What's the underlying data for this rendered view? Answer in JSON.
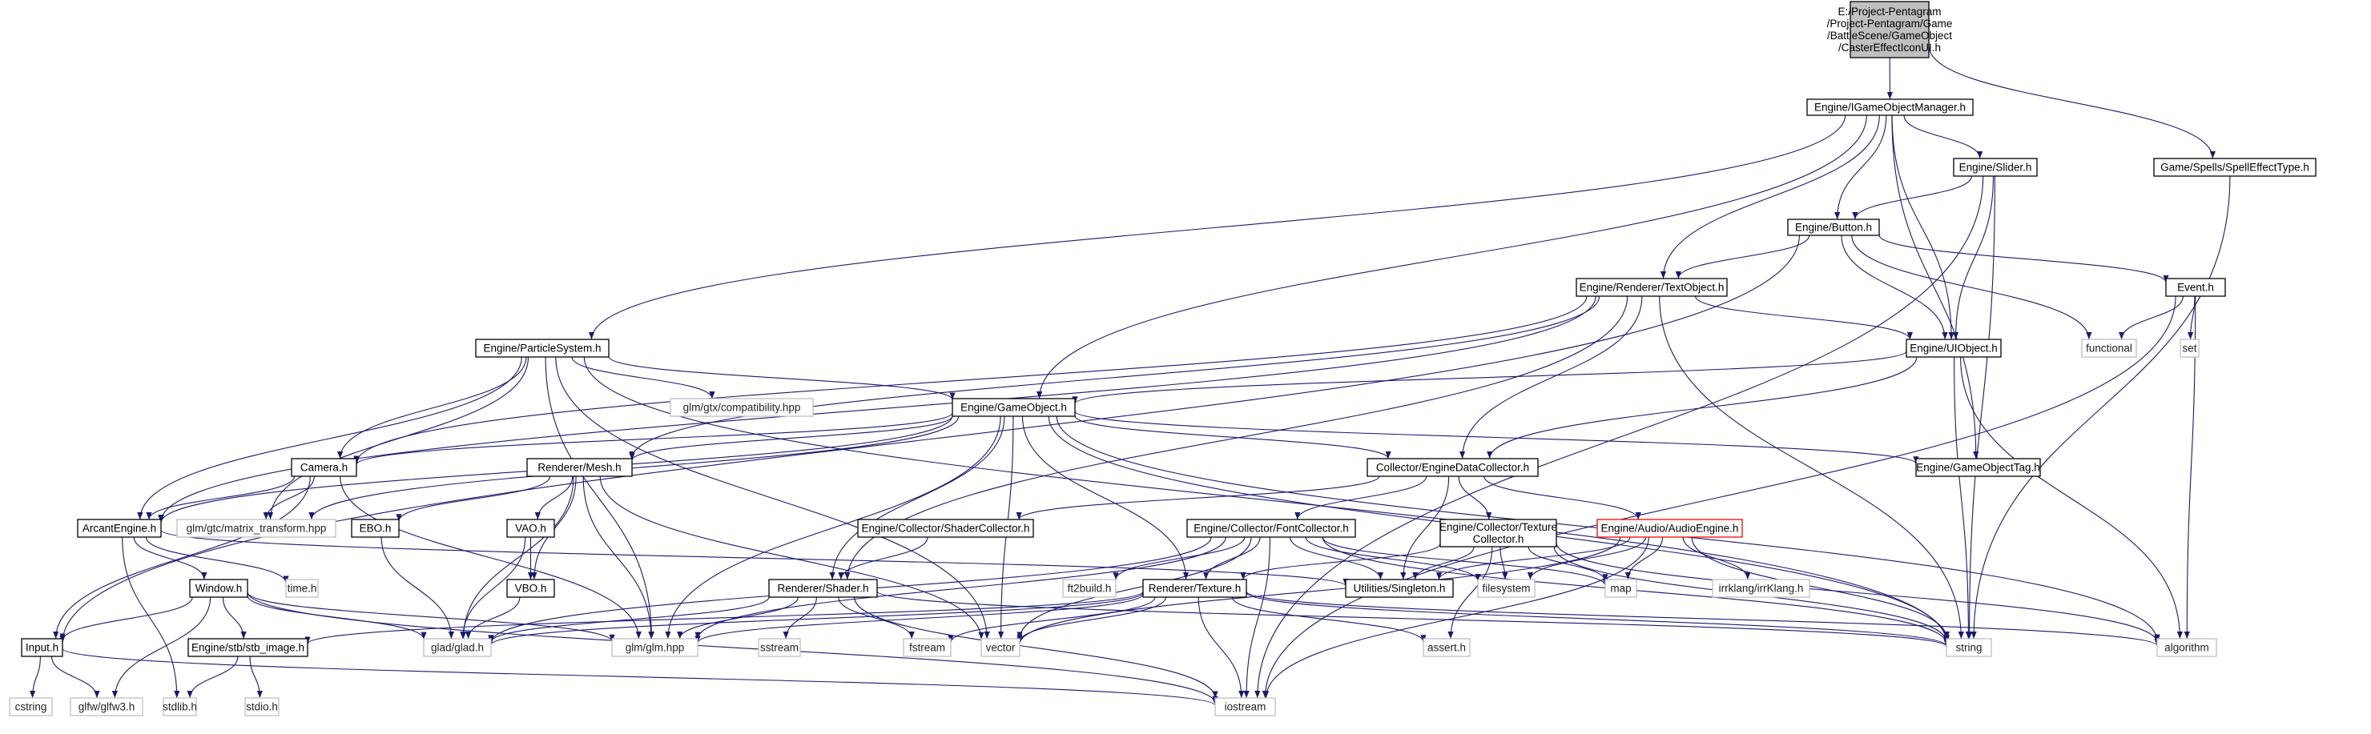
{
  "colors": {
    "edge": "#191970",
    "root_fill": "#bfbfbf",
    "node_border": "#000000",
    "external_border": "#bfbfbf",
    "error_border": "#ff0000"
  },
  "nodes": [
    {
      "id": "root",
      "kind": "root",
      "lines": [
        "E:/Project-Pentagram",
        "/Project-Pentagram/Game",
        "/BattleScene/GameObject",
        "/CasterEffectIconUI.h"
      ]
    },
    {
      "id": "gom",
      "kind": "normal",
      "lines": [
        "Engine/IGameObjectManager.h"
      ]
    },
    {
      "id": "spelleffect",
      "kind": "normal",
      "lines": [
        "Game/Spells/SpellEffectType.h"
      ]
    },
    {
      "id": "slider",
      "kind": "normal",
      "lines": [
        "Engine/Slider.h"
      ]
    },
    {
      "id": "button",
      "kind": "normal",
      "lines": [
        "Engine/Button.h"
      ]
    },
    {
      "id": "textobject",
      "kind": "normal",
      "lines": [
        "Engine/Renderer/TextObject.h"
      ]
    },
    {
      "id": "event",
      "kind": "normal",
      "lines": [
        "Event.h"
      ]
    },
    {
      "id": "particle",
      "kind": "normal",
      "lines": [
        "Engine/ParticleSystem.h"
      ]
    },
    {
      "id": "uiobject",
      "kind": "normal",
      "lines": [
        "Engine/UIObject.h"
      ]
    },
    {
      "id": "functional",
      "kind": "external",
      "lines": [
        "functional"
      ]
    },
    {
      "id": "set",
      "kind": "external",
      "lines": [
        "set"
      ]
    },
    {
      "id": "gtxcompat",
      "kind": "external",
      "lines": [
        "glm/gtx/compatibility.hpp"
      ]
    },
    {
      "id": "gameobject",
      "kind": "normal",
      "lines": [
        "Engine/GameObject.h"
      ]
    },
    {
      "id": "camera",
      "kind": "normal",
      "lines": [
        "Camera.h"
      ]
    },
    {
      "id": "mesh",
      "kind": "normal",
      "lines": [
        "Renderer/Mesh.h"
      ]
    },
    {
      "id": "edc",
      "kind": "normal",
      "lines": [
        "Collector/EngineDataCollector.h"
      ]
    },
    {
      "id": "gotag",
      "kind": "normal",
      "lines": [
        "Engine/GameObjectTag.h"
      ]
    },
    {
      "id": "matrix",
      "kind": "external",
      "lines": [
        "glm/gtc/matrix_transform.hpp"
      ]
    },
    {
      "id": "ebo",
      "kind": "normal",
      "lines": [
        "EBO.h"
      ]
    },
    {
      "id": "vao",
      "kind": "normal",
      "lines": [
        "VAO.h"
      ]
    },
    {
      "id": "shadercol",
      "kind": "normal",
      "lines": [
        "Engine/Collector/ShaderCollector.h"
      ]
    },
    {
      "id": "fontcol",
      "kind": "normal",
      "lines": [
        "Engine/Collector/FontCollector.h"
      ]
    },
    {
      "id": "texcol",
      "kind": "normal",
      "lines": [
        "Engine/Collector/Texture",
        "Collector.h"
      ]
    },
    {
      "id": "audio",
      "kind": "error",
      "lines": [
        "Engine/Audio/AudioEngine.h"
      ]
    },
    {
      "id": "arcant",
      "kind": "normal",
      "lines": [
        "ArcantEngine.h"
      ]
    },
    {
      "id": "vbo",
      "kind": "normal",
      "lines": [
        "VBO.h"
      ]
    },
    {
      "id": "timeh",
      "kind": "external",
      "lines": [
        "time.h"
      ]
    },
    {
      "id": "ft2build",
      "kind": "external",
      "lines": [
        "ft2build.h"
      ]
    },
    {
      "id": "texture",
      "kind": "normal",
      "lines": [
        "Renderer/Texture.h"
      ]
    },
    {
      "id": "singleton",
      "kind": "normal",
      "lines": [
        "Utilities/Singleton.h"
      ]
    },
    {
      "id": "filesystem",
      "kind": "external",
      "lines": [
        "filesystem"
      ]
    },
    {
      "id": "map",
      "kind": "external",
      "lines": [
        "map"
      ]
    },
    {
      "id": "irrklang",
      "kind": "external",
      "lines": [
        "irrklang/irrKlang.h"
      ]
    },
    {
      "id": "window",
      "kind": "normal",
      "lines": [
        "Window.h"
      ]
    },
    {
      "id": "shader",
      "kind": "normal",
      "lines": [
        "Renderer/Shader.h"
      ]
    },
    {
      "id": "input",
      "kind": "normal",
      "lines": [
        "Input.h"
      ]
    },
    {
      "id": "stbimage",
      "kind": "normal",
      "lines": [
        "Engine/stb/stb_image.h"
      ]
    },
    {
      "id": "glad",
      "kind": "external",
      "lines": [
        "glad/glad.h"
      ]
    },
    {
      "id": "glm",
      "kind": "external",
      "lines": [
        "glm/glm.hpp"
      ]
    },
    {
      "id": "sstream",
      "kind": "external",
      "lines": [
        "sstream"
      ]
    },
    {
      "id": "fstream",
      "kind": "external",
      "lines": [
        "fstream"
      ]
    },
    {
      "id": "vector",
      "kind": "external",
      "lines": [
        "vector"
      ]
    },
    {
      "id": "asserth",
      "kind": "external",
      "lines": [
        "assert.h"
      ]
    },
    {
      "id": "string",
      "kind": "external",
      "lines": [
        "string"
      ]
    },
    {
      "id": "algorithm",
      "kind": "external",
      "lines": [
        "algorithm"
      ]
    },
    {
      "id": "cstring",
      "kind": "external",
      "lines": [
        "cstring"
      ]
    },
    {
      "id": "glfw",
      "kind": "external",
      "lines": [
        "glfw/glfw3.h"
      ]
    },
    {
      "id": "stdlib",
      "kind": "external",
      "lines": [
        "stdlib.h"
      ]
    },
    {
      "id": "stdio",
      "kind": "external",
      "lines": [
        "stdio.h"
      ]
    },
    {
      "id": "iostream",
      "kind": "external",
      "lines": [
        "iostream"
      ]
    }
  ],
  "edges": [
    [
      "root",
      "gom"
    ],
    [
      "root",
      "spelleffect"
    ],
    [
      "gom",
      "slider"
    ],
    [
      "gom",
      "button"
    ],
    [
      "gom",
      "textobject"
    ],
    [
      "gom",
      "particle"
    ],
    [
      "gom",
      "uiobject"
    ],
    [
      "gom",
      "gameobject"
    ],
    [
      "gom",
      "gotag"
    ],
    [
      "spelleffect",
      "string"
    ],
    [
      "slider",
      "button"
    ],
    [
      "slider",
      "uiobject"
    ],
    [
      "slider",
      "string"
    ],
    [
      "slider",
      "iostream"
    ],
    [
      "button",
      "textobject"
    ],
    [
      "button",
      "uiobject"
    ],
    [
      "button",
      "event"
    ],
    [
      "button",
      "functional"
    ],
    [
      "button",
      "input"
    ],
    [
      "textobject",
      "uiobject"
    ],
    [
      "textobject",
      "camera"
    ],
    [
      "textobject",
      "arcant"
    ],
    [
      "textobject",
      "mesh"
    ],
    [
      "textobject",
      "shader"
    ],
    [
      "textobject",
      "edc"
    ],
    [
      "textobject",
      "string"
    ],
    [
      "event",
      "functional"
    ],
    [
      "event",
      "set"
    ],
    [
      "event",
      "algorithm"
    ],
    [
      "event",
      "iostream"
    ],
    [
      "particle",
      "gameobject"
    ],
    [
      "particle",
      "gtxcompat"
    ],
    [
      "particle",
      "camera"
    ],
    [
      "particle",
      "arcant"
    ],
    [
      "particle",
      "matrix"
    ],
    [
      "particle",
      "glm"
    ],
    [
      "particle",
      "vector"
    ],
    [
      "particle",
      "string"
    ],
    [
      "uiobject",
      "gameobject"
    ],
    [
      "uiobject",
      "edc"
    ],
    [
      "uiobject",
      "string"
    ],
    [
      "uiobject",
      "algorithm"
    ],
    [
      "gameobject",
      "camera"
    ],
    [
      "gameobject",
      "mesh"
    ],
    [
      "gameobject",
      "edc"
    ],
    [
      "gameobject",
      "gotag"
    ],
    [
      "gameobject",
      "arcant"
    ],
    [
      "gameobject",
      "matrix"
    ],
    [
      "gameobject",
      "shader"
    ],
    [
      "gameobject",
      "texture"
    ],
    [
      "gameobject",
      "glm"
    ],
    [
      "gameobject",
      "vector"
    ],
    [
      "gameobject",
      "string"
    ],
    [
      "gameobject",
      "algorithm"
    ],
    [
      "camera",
      "arcant"
    ],
    [
      "camera",
      "input"
    ],
    [
      "camera",
      "matrix"
    ],
    [
      "camera",
      "glm"
    ],
    [
      "mesh",
      "ebo"
    ],
    [
      "mesh",
      "vao"
    ],
    [
      "mesh",
      "vbo"
    ],
    [
      "mesh",
      "glad"
    ],
    [
      "mesh",
      "glm"
    ],
    [
      "mesh",
      "vector"
    ],
    [
      "edc",
      "shadercol"
    ],
    [
      "edc",
      "fontcol"
    ],
    [
      "edc",
      "texcol"
    ],
    [
      "edc",
      "audio"
    ],
    [
      "edc",
      "singleton"
    ],
    [
      "ebo",
      "glad"
    ],
    [
      "vao",
      "vbo"
    ],
    [
      "vao",
      "glad"
    ],
    [
      "vbo",
      "glad"
    ],
    [
      "shadercol",
      "shader"
    ],
    [
      "fontcol",
      "texture"
    ],
    [
      "fontcol",
      "singleton"
    ],
    [
      "fontcol",
      "ft2build"
    ],
    [
      "fontcol",
      "filesystem"
    ],
    [
      "fontcol",
      "map"
    ],
    [
      "fontcol",
      "glad"
    ],
    [
      "fontcol",
      "glm"
    ],
    [
      "fontcol",
      "vector"
    ],
    [
      "fontcol",
      "iostream"
    ],
    [
      "fontcol",
      "string"
    ],
    [
      "texcol",
      "texture"
    ],
    [
      "texcol",
      "singleton"
    ],
    [
      "texcol",
      "filesystem"
    ],
    [
      "texcol",
      "map"
    ],
    [
      "texcol",
      "asserth"
    ],
    [
      "texcol",
      "algorithm"
    ],
    [
      "texcol",
      "string"
    ],
    [
      "audio",
      "singleton"
    ],
    [
      "audio",
      "map"
    ],
    [
      "audio",
      "filesystem"
    ],
    [
      "audio",
      "irrklang"
    ],
    [
      "audio",
      "vector"
    ],
    [
      "audio",
      "string"
    ],
    [
      "audio",
      "iostream"
    ],
    [
      "arcant",
      "window"
    ],
    [
      "arcant",
      "timeh"
    ],
    [
      "arcant",
      "singleton"
    ],
    [
      "arcant",
      "stdlib"
    ],
    [
      "window",
      "input"
    ],
    [
      "window",
      "stbimage"
    ],
    [
      "window",
      "glad"
    ],
    [
      "window",
      "glfw"
    ],
    [
      "window",
      "glm"
    ],
    [
      "window",
      "iostream"
    ],
    [
      "texture",
      "stbimage"
    ],
    [
      "texture",
      "glad"
    ],
    [
      "texture",
      "glm"
    ],
    [
      "texture",
      "fstream"
    ],
    [
      "texture",
      "vector"
    ],
    [
      "texture",
      "asserth"
    ],
    [
      "texture",
      "string"
    ],
    [
      "texture",
      "algorithm"
    ],
    [
      "texture",
      "iostream"
    ],
    [
      "shader",
      "glad"
    ],
    [
      "shader",
      "glm"
    ],
    [
      "shader",
      "sstream"
    ],
    [
      "shader",
      "fstream"
    ],
    [
      "shader",
      "string"
    ],
    [
      "shader",
      "iostream"
    ],
    [
      "input",
      "cstring"
    ],
    [
      "input",
      "glfw"
    ],
    [
      "input",
      "iostream"
    ],
    [
      "stbimage",
      "stdlib"
    ],
    [
      "stbimage",
      "stdio"
    ]
  ]
}
